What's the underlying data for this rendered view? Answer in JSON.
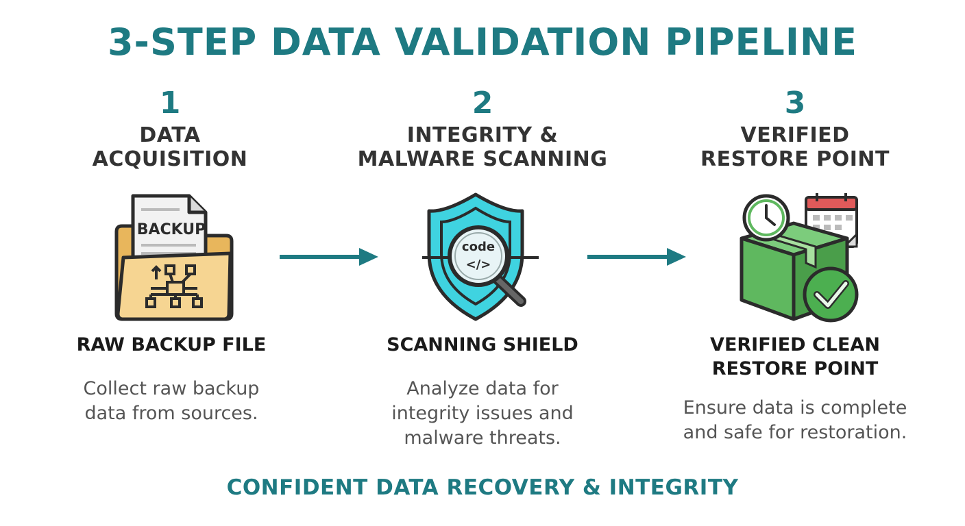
{
  "title": "3-STEP DATA VALIDATION PIPELINE",
  "steps": [
    {
      "number": "1",
      "heading_line1": "DATA",
      "heading_line2": "ACQUISITION",
      "icon": "backup-folder-icon",
      "icon_label": "BACKUP",
      "caption": "RAW BACKUP FILE",
      "caption_line2": "",
      "desc_line1": "Collect raw backup",
      "desc_line2": "data from sources.",
      "desc_line3": ""
    },
    {
      "number": "2",
      "heading_line1": "INTEGRITY &",
      "heading_line2": "MALWARE SCANNING",
      "icon": "scanning-shield-icon",
      "icon_label": "code",
      "icon_code": "</>",
      "caption": "SCANNING SHIELD",
      "caption_line2": "",
      "desc_line1": "Analyze data for",
      "desc_line2": "integrity issues and",
      "desc_line3": "malware threats."
    },
    {
      "number": "3",
      "heading_line1": "VERIFIED",
      "heading_line2": "RESTORE POINT",
      "icon": "verified-package-icon",
      "caption": "VERIFIED CLEAN",
      "caption_line2": "RESTORE POINT",
      "desc_line1": "Ensure data is complete",
      "desc_line2": "and safe for restoration.",
      "desc_line3": ""
    }
  ],
  "footer": "CONFIDENT DATA RECOVERY & INTEGRITY",
  "colors": {
    "accent": "#1e7a82",
    "folder": "#f3c97a",
    "shield": "#3fd3e0",
    "box": "#5fb85f",
    "check": "#4caf50",
    "calendar": "#e05a5a"
  }
}
